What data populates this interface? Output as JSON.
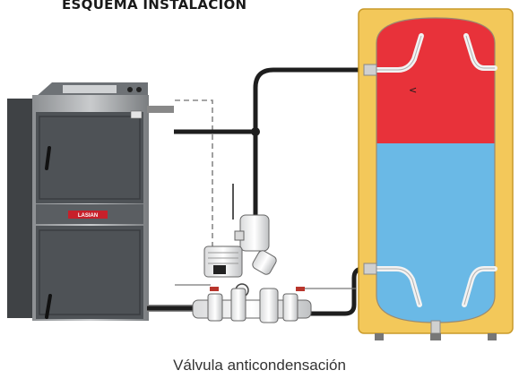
{
  "title": "ESQUEMA INSTALACIÓN",
  "caption": "Válvula anticondensación",
  "boiler": {
    "brand_label": "LASIAN"
  },
  "tank_marker": "<",
  "colors": {
    "hot_water": "#e8323a",
    "cold_water": "#6ab9e6",
    "tank_shell": "#f3c85a",
    "pipe": "#1e1e1e",
    "boiler_body": "#4e5256",
    "brand_plate": "#c7202a"
  }
}
